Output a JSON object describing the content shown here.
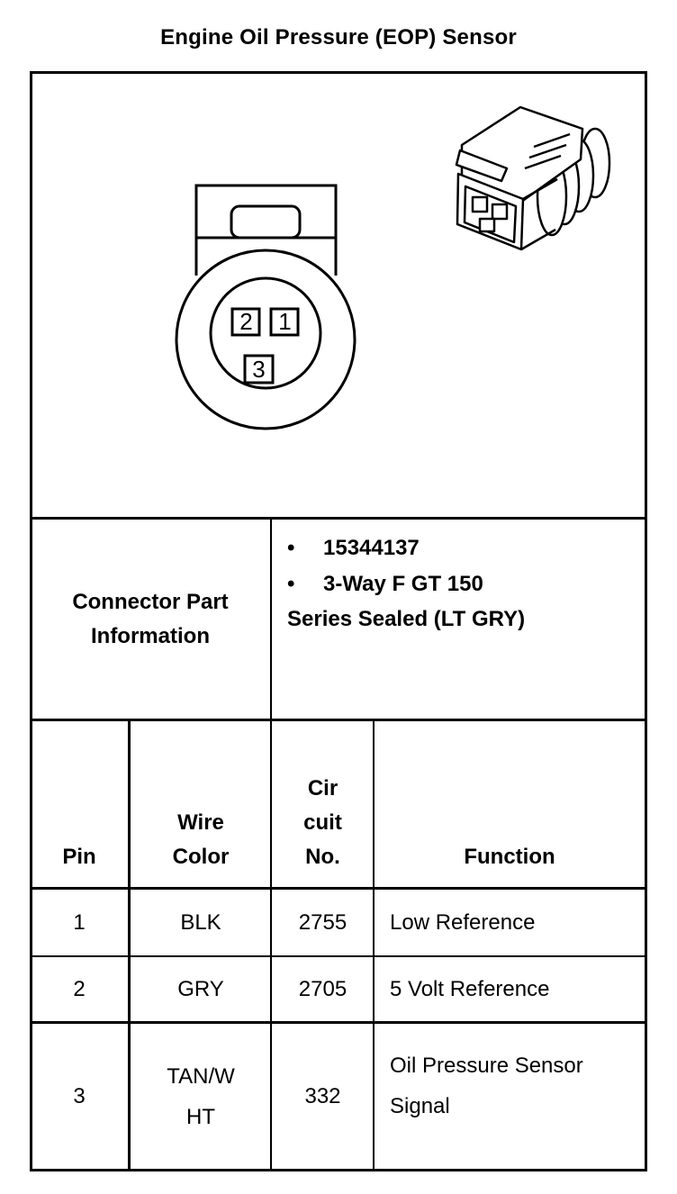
{
  "title": "Engine Oil Pressure (EOP) Sensor",
  "connector_info": {
    "label_line1": "Connector Part",
    "label_line2": "Information",
    "bullet_symbol": "•",
    "bullet1": "15344137",
    "bullet2_line1": "3-Way F GT 150",
    "bullet2_line2": "Series Sealed (LT GRY)"
  },
  "diagram": {
    "pins": [
      "1",
      "2",
      "3"
    ]
  },
  "table": {
    "headers": {
      "pin": "Pin",
      "wire_line1": "Wire",
      "wire_line2": "Color",
      "circuit_line1": "Cir",
      "circuit_line2": "cuit",
      "circuit_line3": "No.",
      "function": "Function"
    },
    "rows": [
      {
        "pin": "1",
        "wire": "BLK",
        "circuit": "2755",
        "function": "Low Reference"
      },
      {
        "pin": "2",
        "wire": "GRY",
        "circuit": "2705",
        "function": "5 Volt Reference"
      },
      {
        "pin": "3",
        "wire_line1": "TAN/W",
        "wire_line2": "HT",
        "circuit": "332",
        "function_line1": "Oil Pressure Sensor",
        "function_line2": "Signal"
      }
    ]
  }
}
